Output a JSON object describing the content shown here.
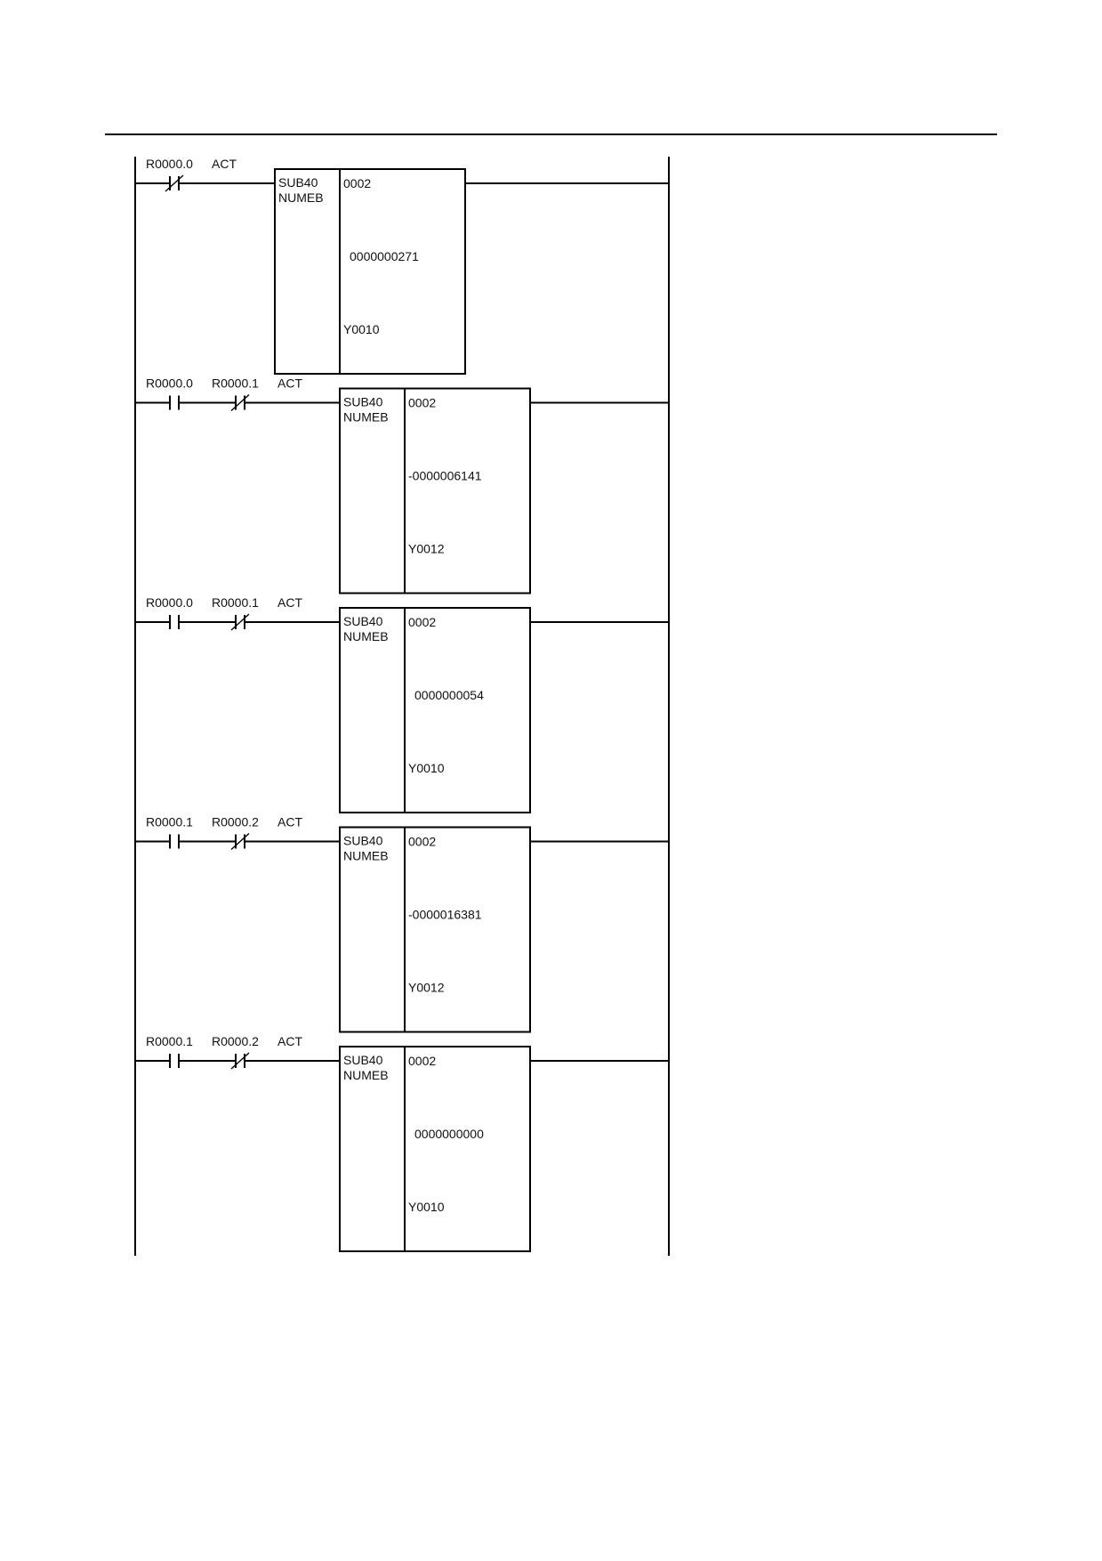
{
  "rungs": [
    {
      "contacts": [
        {
          "address": "R0000.0",
          "type": "NC"
        }
      ],
      "act_label": "ACT",
      "function": {
        "name": "SUB40",
        "mnemonic": "NUMEB",
        "params": [
          "0002",
          "0000000271",
          "Y0010"
        ]
      }
    },
    {
      "contacts": [
        {
          "address": "R0000.0",
          "type": "NO"
        },
        {
          "address": "R0000.1",
          "type": "NC"
        }
      ],
      "act_label": "ACT",
      "function": {
        "name": "SUB40",
        "mnemonic": "NUMEB",
        "params": [
          "0002",
          "-0000006141",
          "Y0012"
        ]
      }
    },
    {
      "contacts": [
        {
          "address": "R0000.0",
          "type": "NO"
        },
        {
          "address": "R0000.1",
          "type": "NC"
        }
      ],
      "act_label": "ACT",
      "function": {
        "name": "SUB40",
        "mnemonic": "NUMEB",
        "params": [
          "0002",
          "0000000054",
          "Y0010"
        ]
      }
    },
    {
      "contacts": [
        {
          "address": "R0000.1",
          "type": "NO"
        },
        {
          "address": "R0000.2",
          "type": "NC"
        }
      ],
      "act_label": "ACT",
      "function": {
        "name": "SUB40",
        "mnemonic": "NUMEB",
        "params": [
          "0002",
          "-0000016381",
          "Y0012"
        ]
      }
    },
    {
      "contacts": [
        {
          "address": "R0000.1",
          "type": "NO"
        },
        {
          "address": "R0000.2",
          "type": "NC"
        }
      ],
      "act_label": "ACT",
      "function": {
        "name": "SUB40",
        "mnemonic": "NUMEB",
        "params": [
          "0002",
          "0000000000",
          "Y0010"
        ]
      }
    }
  ]
}
